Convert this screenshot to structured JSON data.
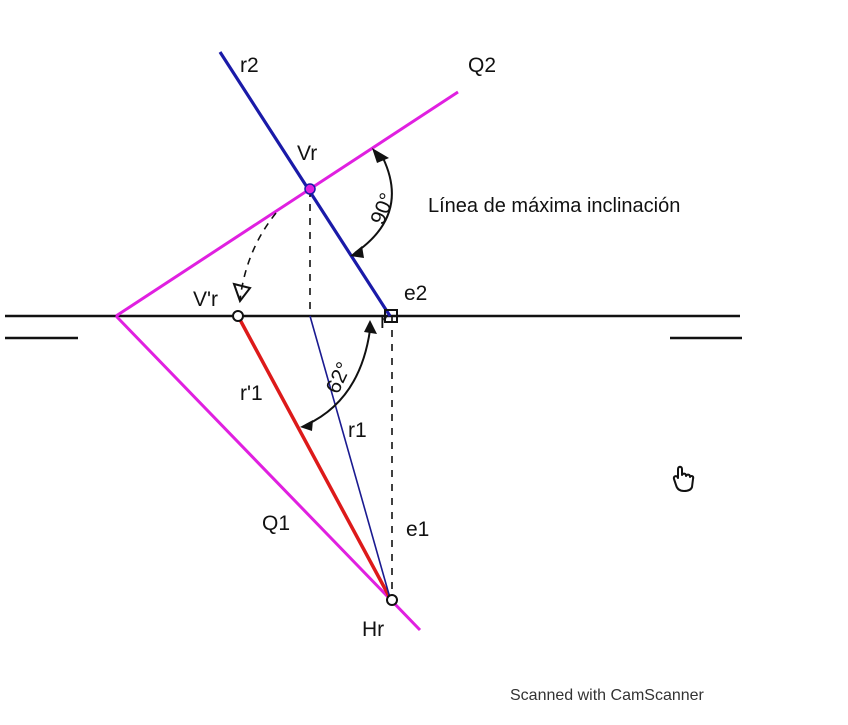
{
  "title": "Línea de máxima inclinación",
  "labels": {
    "r2": "r2",
    "q2": "Q2",
    "vr": "Vr",
    "angle_90": "90°",
    "vpr": "V'r",
    "e2": "e2",
    "r_prime_1": "r'1",
    "angle_62": "62°",
    "r1": "r1",
    "q1": "Q1",
    "e1": "e1",
    "hr": "Hr",
    "r_small": "r"
  },
  "footer": "Scanned with CamScanner",
  "colors": {
    "plane": "#e020e0",
    "projection_r2": "#1a1aa8",
    "true_length": "#dd1a1a",
    "ground_line": "#111111",
    "r1_line": "#1a1a90"
  },
  "icons": [
    "hand-cursor-icon"
  ]
}
